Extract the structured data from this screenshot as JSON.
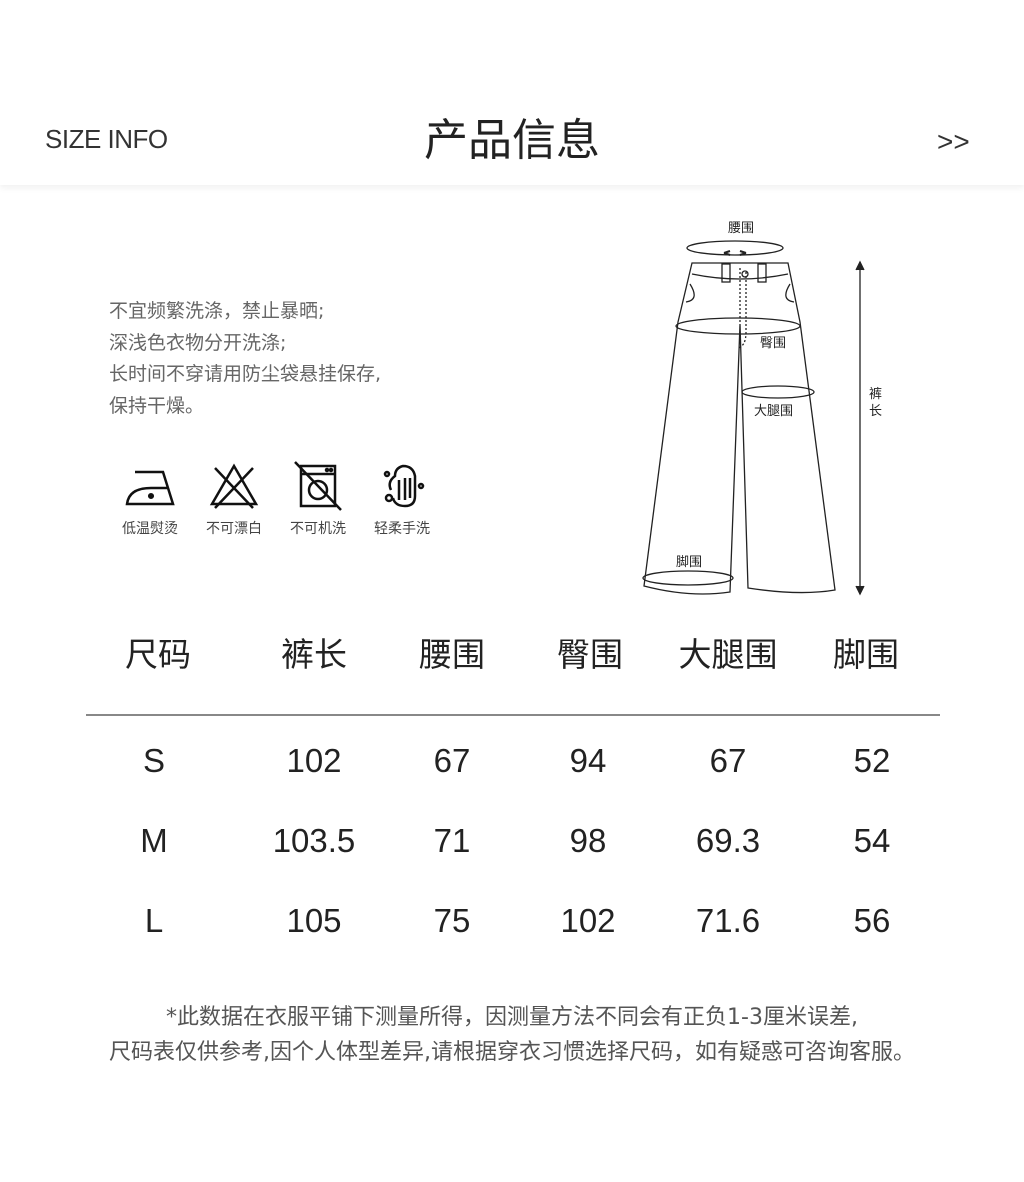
{
  "header": {
    "left_label": "SIZE INFO",
    "title": "产品信息",
    "right_label": ">>"
  },
  "care_instructions": {
    "lines": [
      "不宜频繁洗涤，禁止暴晒;",
      "深浅色衣物分开洗涤;",
      "长时间不穿请用防尘袋悬挂保存,",
      "保持干燥。"
    ],
    "icons": [
      {
        "icon": "low-temp-iron-icon",
        "label": "低温熨烫"
      },
      {
        "icon": "no-bleach-icon",
        "label": "不可漂白"
      },
      {
        "icon": "no-machine-wash-icon",
        "label": "不可机洗"
      },
      {
        "icon": "hand-wash-icon",
        "label": "轻柔手洗"
      }
    ]
  },
  "diagram": {
    "labels": {
      "waist": "腰围",
      "hip": "臀围",
      "thigh": "大腿围",
      "hem": "脚围",
      "length_1": "裤",
      "length_2": "长"
    }
  },
  "size_table": {
    "headers": [
      "尺码",
      "裤长",
      "腰围",
      "臀围",
      "大腿围",
      "脚围"
    ],
    "rows": [
      [
        "S",
        "102",
        "67",
        "94",
        "67",
        "52"
      ],
      [
        "M",
        "103.5",
        "71",
        "98",
        "69.3",
        "54"
      ],
      [
        "L",
        "105",
        "75",
        "102",
        "71.6",
        "56"
      ]
    ]
  },
  "note": {
    "line1": "*此数据在衣服平铺下测量所得，因测量方法不同会有正负1-3厘米误差,",
    "line2": "尺码表仅供参考,因个人体型差异,请根据穿衣习惯选择尺码，如有疑惑可咨询客服。"
  }
}
